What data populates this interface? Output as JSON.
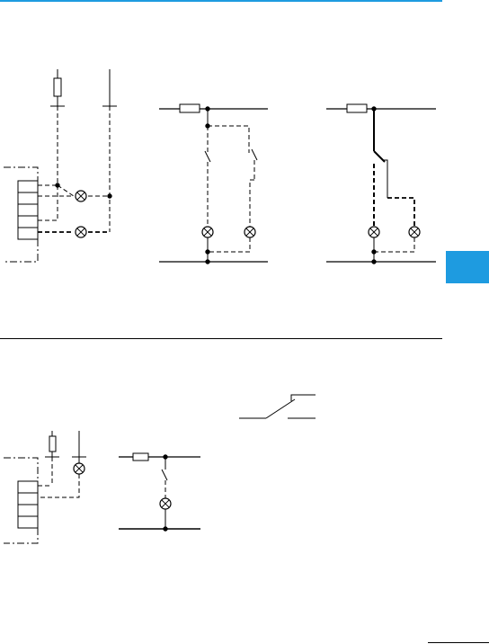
{
  "colors": {
    "accent_blue": "#1e9be0",
    "line": "#000000",
    "background": "#ffffff"
  },
  "diagrams": [
    {
      "id": "upper-left",
      "type": "schematic with fuse, two lamps and terminal block"
    },
    {
      "id": "upper-middle",
      "type": "two-way switch circuit with two lamps"
    },
    {
      "id": "upper-right",
      "type": "changeover switch circuit with two lamps"
    },
    {
      "id": "lower-left",
      "type": "schematic with fuse, one lamp and terminal block"
    },
    {
      "id": "lower-middle",
      "type": "single switch circuit with one lamp"
    },
    {
      "id": "lower-right",
      "type": "switch contact symbol"
    }
  ]
}
